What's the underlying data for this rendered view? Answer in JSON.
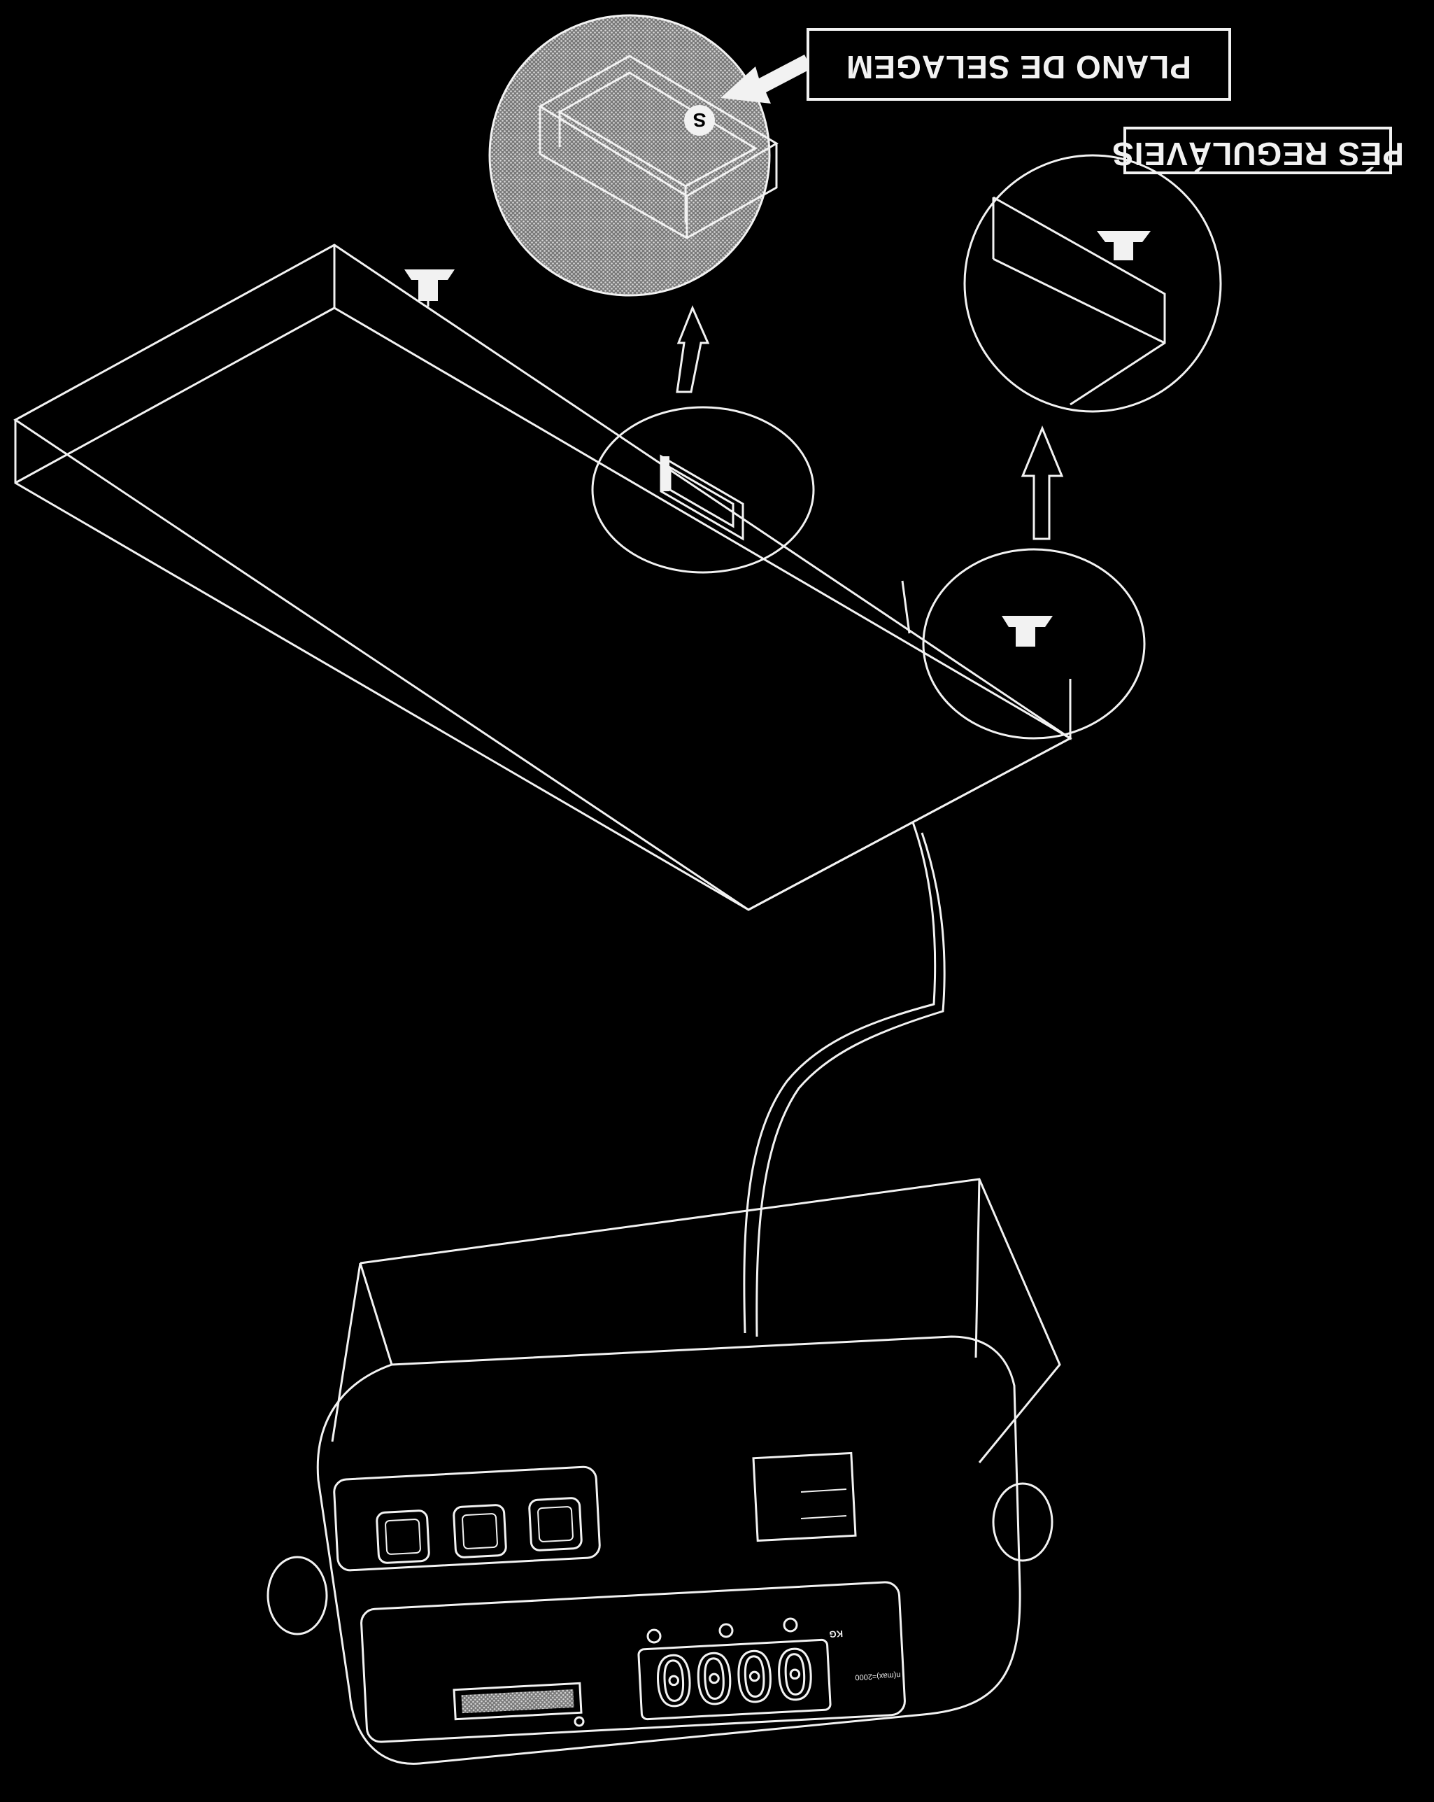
{
  "labels": {
    "sealing_plan": "PLANO DE SELAGEM",
    "adjustable_feet": "PÉS REGULÁVEIS",
    "seal_marker": "S"
  },
  "indicator": {
    "display_value": "0000",
    "unit": "KG",
    "capacity_note": "n(max)=2000"
  },
  "colors": {
    "background": "#000000",
    "linework": "#f2f2f2",
    "halftone_fill": "#9a9a9a"
  },
  "icons": [
    "arrow-up-icon",
    "arrow-diagonal-icon",
    "adjustable-foot-icon",
    "seal-icon",
    "cable-icon"
  ]
}
